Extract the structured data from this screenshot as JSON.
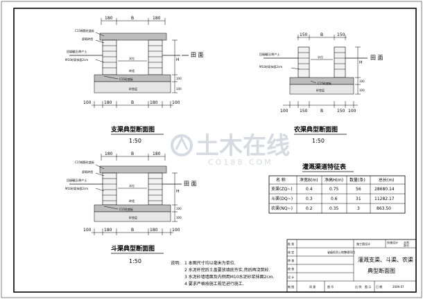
{
  "drawings": {
    "branch": {
      "title": "支渠典型断面图",
      "scale": "1:50",
      "dims_top": [
        "180",
        "B",
        "180"
      ],
      "dims_bottom": [
        "100",
        "180",
        "B",
        "180",
        "100"
      ],
      "height_label": "H",
      "height_dims": [
        "100",
        "100",
        "H"
      ],
      "labels": {
        "cover": "C15钢筋砼盖板",
        "plaster": "浆砌砖墙",
        "soil": "回填碾压/原产土",
        "mortar": "M10砂浆抹面2cm",
        "water": "水位",
        "base": "C15砼底板",
        "sand": "砂垫层",
        "ground": "田 面",
        "wall": "砖墙"
      }
    },
    "farm": {
      "title": "农渠典型断面图",
      "scale": "1:50",
      "dims_top": [
        "150",
        "B",
        "150"
      ],
      "dims_bottom": [
        "100",
        "150",
        "B",
        "150",
        "100"
      ],
      "height_label": "H",
      "height_dims": [
        "100",
        "100",
        "H"
      ],
      "labels": {
        "soil": "回填碾压/原产土",
        "mortar": "M10砂浆抹面2cm",
        "water": "水位",
        "base": "C15砼底板",
        "sand": "砂垫层",
        "ground": "田 面"
      }
    },
    "bucket": {
      "title": "斗渠典型断面图",
      "scale": "1:50",
      "dims_top": [
        "180",
        "B",
        "180"
      ],
      "dims_bottom": [
        "100",
        "180",
        "B",
        "180",
        "100"
      ],
      "height_label": "H",
      "height_dims": [
        "100",
        "100",
        "H"
      ],
      "labels": {
        "cover": "C15钢筋砼盖板",
        "plaster": "浆砌砖墙",
        "soil": "回填碾压/原产土",
        "mortar": "M10砂浆抹面2cm",
        "water": "水位",
        "base": "C15砼底板",
        "sand": "砂垫层",
        "ground": "田 面",
        "wall": "砖墙"
      }
    }
  },
  "table": {
    "title": "灌溉渠道特征表",
    "headers": [
      "名 称",
      "净宽B(m)",
      "净高H(m)",
      "数量(条)",
      "总长(m)"
    ],
    "rows": [
      [
        "支渠(ZQ~)",
        "0.4",
        "0.75",
        "56",
        "28680.14"
      ],
      [
        "斗渠(DQ~)",
        "0.3",
        "0.6",
        "31",
        "11282.17"
      ],
      [
        "农渠(NQ~)",
        "0.2",
        "0.35",
        "3",
        "863.50"
      ]
    ]
  },
  "notes": {
    "header": "说明:",
    "items": [
      "1 本图尺寸均以毫米为单位.",
      "2 水泥杆挖后土盖要放填底夯实,然后再浇筑砼.",
      "3 水泥砂墙墙面及内侧用M10水泥砂浆抹面2cm.",
      "4 要求严格按施工规范进行施工."
    ]
  },
  "title_block": {
    "left_labels": [
      "批 准",
      "核 定",
      "审 查",
      "校 核",
      "设 计",
      "制 图"
    ],
    "project": "省级投资土地整理项目",
    "stage_1": "技施设计",
    "dept": "施工图设计",
    "stage_2": "水利",
    "part": "部分",
    "drawing_title_1": "灌溉支渠、斗渠、农渠",
    "drawing_title_2": "典型断面图",
    "approve": "同 意",
    "scale_label": "比 例",
    "scale_value": "图 示",
    "date_label": "日 期",
    "date_value": "2009.07",
    "code_label": "图 号"
  },
  "watermark": {
    "text": "土木在线",
    "url": "CO188.COM"
  }
}
